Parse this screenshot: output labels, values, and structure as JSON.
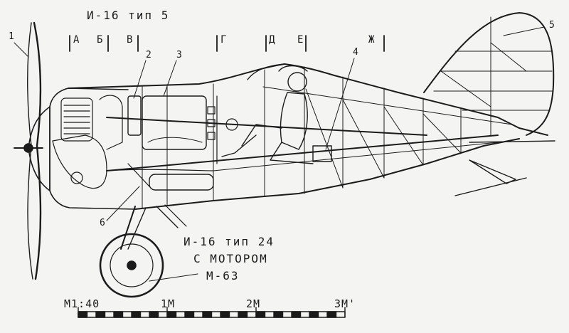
{
  "titles": {
    "top": "И-16 тип 5",
    "bottom_line1": "И-16 тип 24",
    "bottom_line2": "С МОТОРОМ",
    "bottom_line3": "М-63"
  },
  "sections": [
    "А",
    "Б",
    "В",
    "Г",
    "Д",
    "Е",
    "Ж"
  ],
  "callouts": [
    "1",
    "2",
    "3",
    "4",
    "5",
    "6"
  ],
  "scale": {
    "ratio": "М1:40",
    "ticks": [
      "1М",
      "2М",
      "3М'"
    ]
  },
  "colors": {
    "ink": "#1b1b1b",
    "paper": "#f4f4f2"
  }
}
